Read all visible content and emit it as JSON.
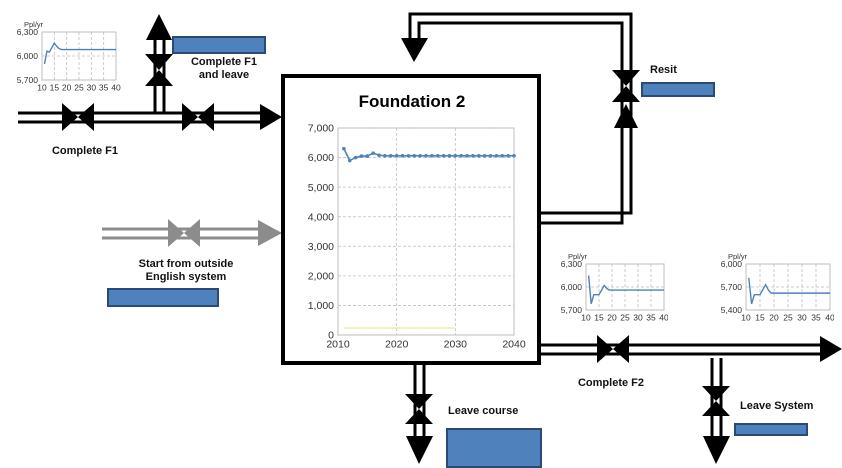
{
  "colors": {
    "series": "#4f81bd",
    "stock_box": "#4f81bd",
    "stock_border": "#2b4a73",
    "pipe": "#000000",
    "pipe_grey": "#8c8c8c"
  },
  "labels": {
    "complete_f1": "Complete F1",
    "complete_f1_leave": "Complete F1 and leave",
    "resit": "Resit",
    "start_outside": "Start from outside English system",
    "complete_f2": "Complete F2",
    "leave_course": "Leave course",
    "leave_system": "Leave System"
  },
  "chart_data": [
    {
      "id": "foundation2",
      "type": "line",
      "title": "Foundation 2",
      "xlim": [
        2010,
        2040
      ],
      "ylim": [
        0,
        7000
      ],
      "xticks": [
        2010,
        2020,
        2030,
        2040
      ],
      "yticks": [
        0,
        1000,
        2000,
        3000,
        4000,
        5000,
        6000,
        7000
      ],
      "ytick_labels": [
        "0",
        "1,000",
        "2,000",
        "3,000",
        "4,000",
        "5,000",
        "6,000",
        "7,000"
      ],
      "grid": true,
      "series": [
        {
          "x": [
            2011,
            2012,
            2013,
            2014,
            2015,
            2016,
            2017,
            2018,
            2019,
            2020,
            2021,
            2022,
            2023,
            2024,
            2025,
            2026,
            2027,
            2028,
            2029,
            2030,
            2031,
            2032,
            2033,
            2034,
            2035,
            2036,
            2037,
            2038,
            2039,
            2040
          ],
          "y": [
            6300,
            5900,
            6000,
            6050,
            6050,
            6150,
            6080,
            6060,
            6060,
            6060,
            6060,
            6060,
            6060,
            6060,
            6060,
            6060,
            6060,
            6060,
            6060,
            6060,
            6060,
            6060,
            6060,
            6060,
            6060,
            6060,
            6060,
            6060,
            6060,
            6060
          ]
        }
      ]
    },
    {
      "id": "mini_f1",
      "type": "line",
      "ylabel": "Ppl/yr",
      "xlim": [
        10,
        40
      ],
      "ylim": [
        5700,
        6300
      ],
      "xticks": [
        10,
        15,
        20,
        25,
        30,
        35,
        40
      ],
      "yticks": [
        5700,
        6000,
        6300
      ],
      "ytick_labels": [
        "5,700",
        "6,000",
        "6,300"
      ],
      "grid": true,
      "series": [
        {
          "x": [
            11,
            12,
            13,
            15,
            16,
            17,
            18,
            20,
            25,
            30,
            35,
            40
          ],
          "y": [
            5900,
            6060,
            6050,
            6160,
            6120,
            6090,
            6080,
            6080,
            6080,
            6080,
            6080,
            6080
          ]
        }
      ]
    },
    {
      "id": "mini_f2",
      "type": "line",
      "ylabel": "Ppl/yr",
      "xlim": [
        10,
        40
      ],
      "ylim": [
        5700,
        6300
      ],
      "xticks": [
        10,
        15,
        20,
        25,
        30,
        35,
        40
      ],
      "yticks": [
        5700,
        6000,
        6300
      ],
      "ytick_labels": [
        "5,700",
        "6,000",
        "6,300"
      ],
      "grid": true,
      "series": [
        {
          "x": [
            11,
            12,
            13,
            15,
            17,
            18,
            19,
            20,
            22,
            25,
            30,
            35,
            40
          ],
          "y": [
            6150,
            5780,
            5900,
            5900,
            6020,
            5980,
            5960,
            5960,
            5960,
            5960,
            5960,
            5960,
            5960
          ]
        }
      ]
    },
    {
      "id": "mini_system",
      "type": "line",
      "ylabel": "Ppl/yr",
      "xlim": [
        10,
        40
      ],
      "ylim": [
        5400,
        6000
      ],
      "xticks": [
        10,
        15,
        20,
        25,
        30,
        35,
        40
      ],
      "yticks": [
        5400,
        5700,
        6000
      ],
      "ytick_labels": [
        "5,400",
        "5,700",
        "6,000"
      ],
      "grid": true,
      "series": [
        {
          "x": [
            11,
            12,
            13,
            15,
            17,
            18,
            19,
            20,
            22,
            25,
            30,
            35,
            40
          ],
          "y": [
            5820,
            5480,
            5600,
            5600,
            5730,
            5660,
            5620,
            5620,
            5620,
            5620,
            5620,
            5620,
            5620
          ]
        }
      ]
    }
  ]
}
